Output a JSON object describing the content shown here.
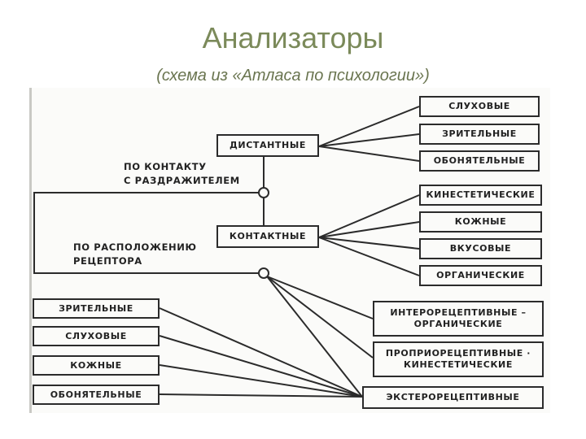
{
  "header": {
    "title": "Анализаторы",
    "subtitle": "(схема из «Атласа по психологии»)"
  },
  "diagram": {
    "criterion_contact": {
      "line1": "ПО КОНТАКТУ",
      "line2": "С РАЗДРАЖИТЕЛЕМ"
    },
    "criterion_location": {
      "line1": "ПО РАСПОЛОЖЕНИЮ",
      "line2": "РЕЦЕПТОРА"
    },
    "distant": {
      "label": "ДИСТАНТНЫЕ",
      "children": [
        "СЛУХОВЫЕ",
        "ЗРИТЕЛЬНЫЕ",
        "ОБОНЯТЕЛЬНЫЕ"
      ]
    },
    "contact": {
      "label": "КОНТАКТНЫЕ",
      "children": [
        "КИНЕСТЕТИЧЕСКИЕ",
        "КОЖНЫЕ",
        "ВКУСОВЫЕ",
        "ОРГАНИЧЕСКИЕ"
      ]
    },
    "receptor_types": [
      {
        "line1": "ИНТЕРОРЕЦЕПТИВНЫЕ –",
        "line2": "ОРГАНИЧЕСКИЕ"
      },
      {
        "line1": "ПРОПРИОРЕЦЕПТИВНЫЕ ·",
        "line2": "КИНЕСТЕТИЧЕСКИЕ"
      },
      {
        "line1": "ЭКСТЕРОРЕЦЕПТИВНЫЕ",
        "line2": ""
      }
    ],
    "extero_children": [
      "ЗРИТЕЛЬНЫЕ",
      "СЛУХОВЫЕ",
      "КОЖНЫЕ",
      "ОБОНЯТЕЛЬНЫЕ"
    ]
  }
}
